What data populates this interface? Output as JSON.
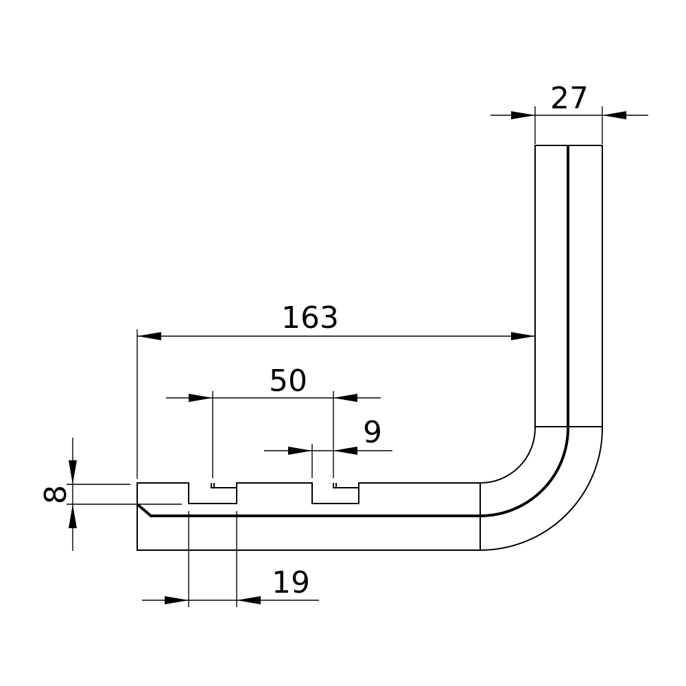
{
  "dimensions": {
    "top_width": "27",
    "overall_length": "163",
    "notch_spacing": "50",
    "slot_width": "9",
    "notch_depth": "8",
    "notch_width": "19"
  },
  "colors": {
    "line": "#000000",
    "background": "#ffffff"
  }
}
